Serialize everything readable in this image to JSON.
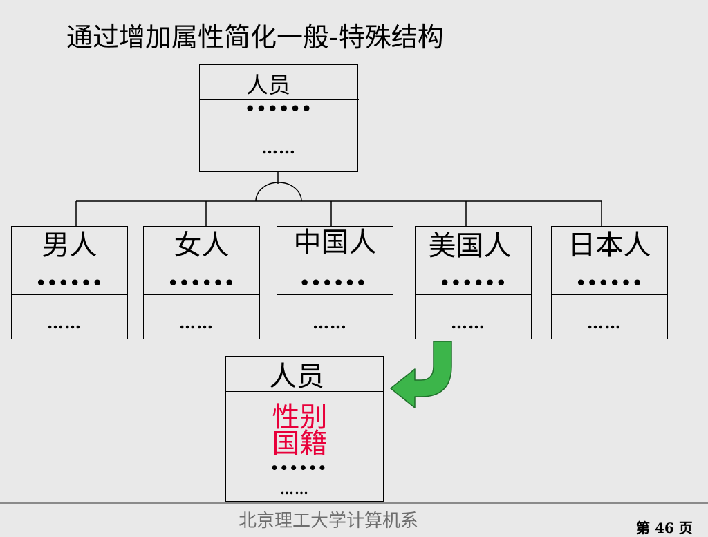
{
  "title": "通过增加属性简化一般-特殊结构",
  "parent_class": {
    "name": "人员",
    "attributes": "••••••",
    "services": "……"
  },
  "child_classes": [
    {
      "name": "男人",
      "attributes": "••••••",
      "services": "……"
    },
    {
      "name": "女人",
      "attributes": "••••••",
      "services": "……"
    },
    {
      "name": "中国人",
      "attributes": "••••••",
      "services": "……"
    },
    {
      "name": "美国人",
      "attributes": "••••••",
      "services": "……"
    },
    {
      "name": "日本人",
      "attributes": "••••••",
      "services": "……"
    }
  ],
  "result_class": {
    "name": "人员",
    "new_attributes": [
      "性别",
      "国籍"
    ],
    "attributes": "••••••",
    "services": "……"
  },
  "colors": {
    "new_attribute": "#e8003a",
    "arrow_fill": "#3cb54a",
    "arrow_stroke": "#1f6f2a"
  },
  "footer": {
    "department": "北京理工大学计算机系",
    "page": "第 46 页"
  }
}
